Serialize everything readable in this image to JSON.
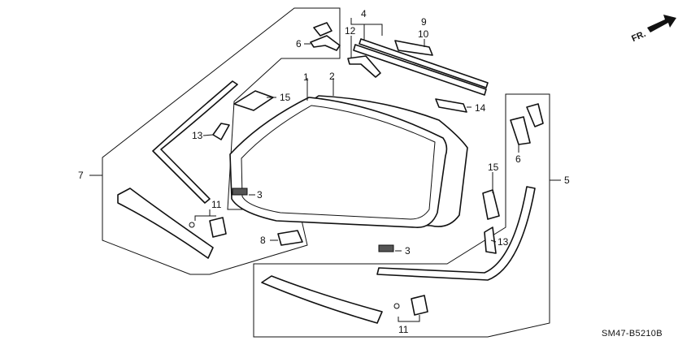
{
  "diagram": {
    "drawing_code": "SM47-B5210B",
    "direction_label": "FR.",
    "callouts": {
      "c1": "1",
      "c2": "2",
      "c3a": "3",
      "c3b": "3",
      "c4": "4",
      "c5": "5",
      "c6a": "6",
      "c6b": "6",
      "c7": "7",
      "c8": "8",
      "c9": "9",
      "c10": "10",
      "c11a": "11",
      "c11b": "11",
      "c12": "12",
      "c13a": "13",
      "c13b": "13",
      "c14": "14",
      "c15a": "15",
      "c15b": "15"
    }
  }
}
